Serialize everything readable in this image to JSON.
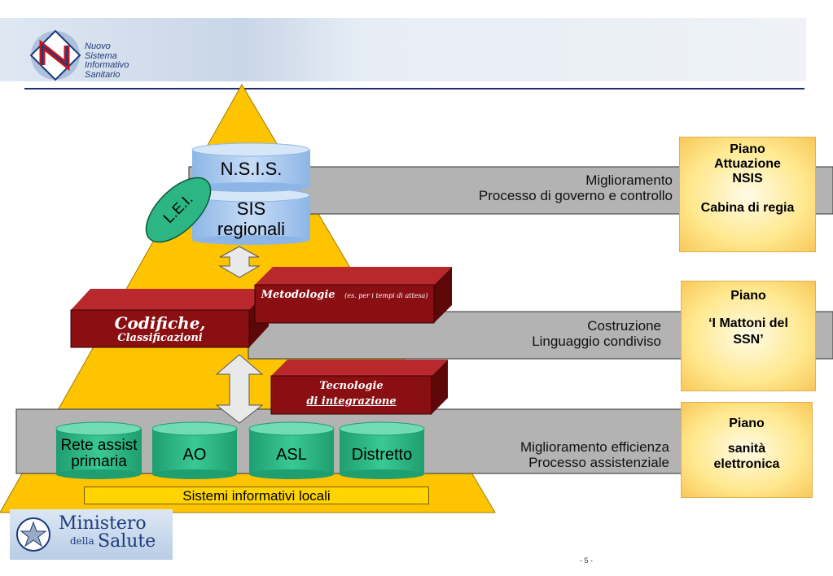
{
  "header": {
    "logo_lines": [
      "Nuovo",
      "Sistema",
      "Informativo",
      "Sanitario"
    ]
  },
  "bands": [
    {
      "line1": "Miglioramento",
      "line2": "Processo di governo e controllo"
    },
    {
      "line1": "Costruzione",
      "line2": "Linguaggio condiviso"
    },
    {
      "line1": "Miglioramento efficienza",
      "line2": "Processo assistenziale"
    }
  ],
  "top_cylinders": {
    "top_label": "N.S.I.S.",
    "bottom_label_line1": "SIS",
    "bottom_label_line2": "regionali"
  },
  "lei_label": "L.E.I.",
  "red_boxes": {
    "codifiche_title": "Codifiche,",
    "codifiche_sub": "Classificazioni",
    "metodologie_title": "Metodologie",
    "metodologie_note": "(es. per i tempi di attesa)",
    "tecnologie_line1": "Tecnologie",
    "tecnologie_line2": "di integrazione"
  },
  "bottom_cylinders": [
    {
      "line1": "Rete assist",
      "line2": "primaria"
    },
    {
      "line1": "AO",
      "line2": ""
    },
    {
      "line1": "ASL",
      "line2": ""
    },
    {
      "line1": "Distretto",
      "line2": ""
    }
  ],
  "sistemi_label": "Sistemi informativi locali",
  "piani": [
    {
      "lines": [
        "Piano",
        "Attuazione",
        "NSIS",
        "",
        "Cabina di regia"
      ]
    },
    {
      "lines": [
        "Piano",
        "",
        "‘I Mattoni del",
        "SSN’"
      ]
    },
    {
      "lines": [
        "Piano",
        "",
        "sanità",
        "elettronica"
      ]
    }
  ],
  "footer": {
    "ministero_line1": "Ministero",
    "ministero_della": "della",
    "ministero_salute": "Salute",
    "page_number": "- 5 -"
  },
  "colors": {
    "pyramid": "#ffc400",
    "band": "#b3b3b3",
    "cylinder_blue": "#a6c8f0",
    "cylinder_green": "#2bb684",
    "red_box": "#8a0f12",
    "piano": "#ffe88e"
  }
}
